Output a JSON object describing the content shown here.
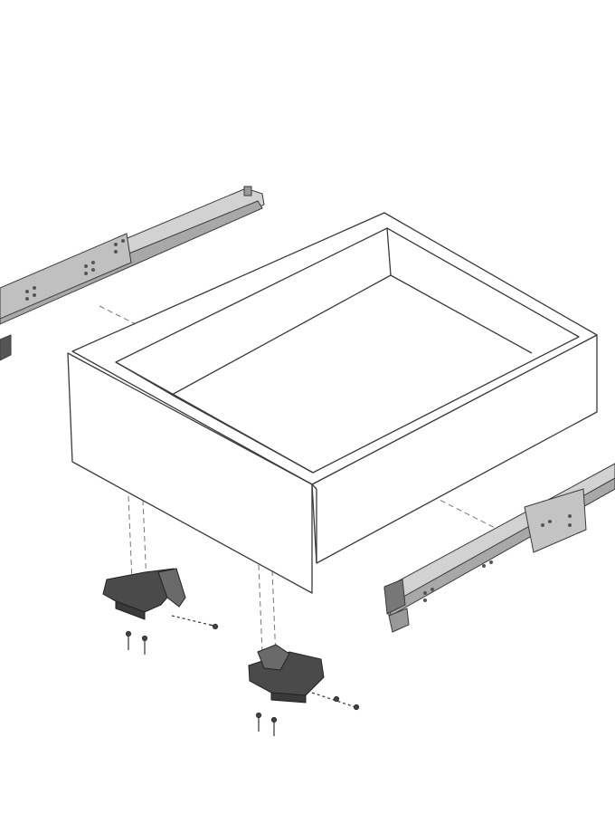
{
  "diagram": {
    "subject": "drawer-assembly-exploded-view",
    "colors": {
      "background": "#ffffff",
      "outline": "#3a3a3a",
      "rail_fill": "#c9c9c9",
      "rail_dark": "#8a8a8a",
      "clip_fill": "#4a4a4a",
      "dashed": "#777777"
    },
    "parts": [
      "left-drawer-runner",
      "right-drawer-runner",
      "drawer-box",
      "front-locking-clip-left",
      "front-locking-clip-right",
      "screws"
    ]
  }
}
